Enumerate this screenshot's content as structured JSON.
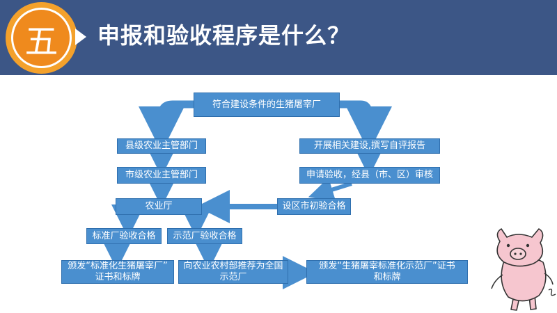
{
  "header": {
    "badge": "五",
    "title": "申报和验收程序是什么？"
  },
  "flow": {
    "top": "符合建设条件的生猪屠宰厂",
    "county_dept": "县级农业主管部门",
    "city_dept": "市级农业主管部门",
    "agri_office": "农业厅",
    "std_accept": "标准厂验收合格",
    "demo_accept": "示范厂验收合格",
    "issue_std_line1": "颁发“标准化生猪屠宰厂”",
    "issue_std_line2": "证书和标牌",
    "recommend_line1": "向农业农村部推荐为全国",
    "recommend_line2": "示范厂",
    "issue_demo_line1": "颁发“生猪屠宰标准化示范厂”证书",
    "issue_demo_line2": "和标牌",
    "self_eval": "开展相关建设,撰写自评报告",
    "apply": "申请验收，经县（市、区）审核",
    "city_preaccept": "设区市初验合格"
  },
  "colors": {
    "header_bg": "#3c5686",
    "node_fill": "#4a8fcf",
    "badge": "#ef8a1d"
  }
}
